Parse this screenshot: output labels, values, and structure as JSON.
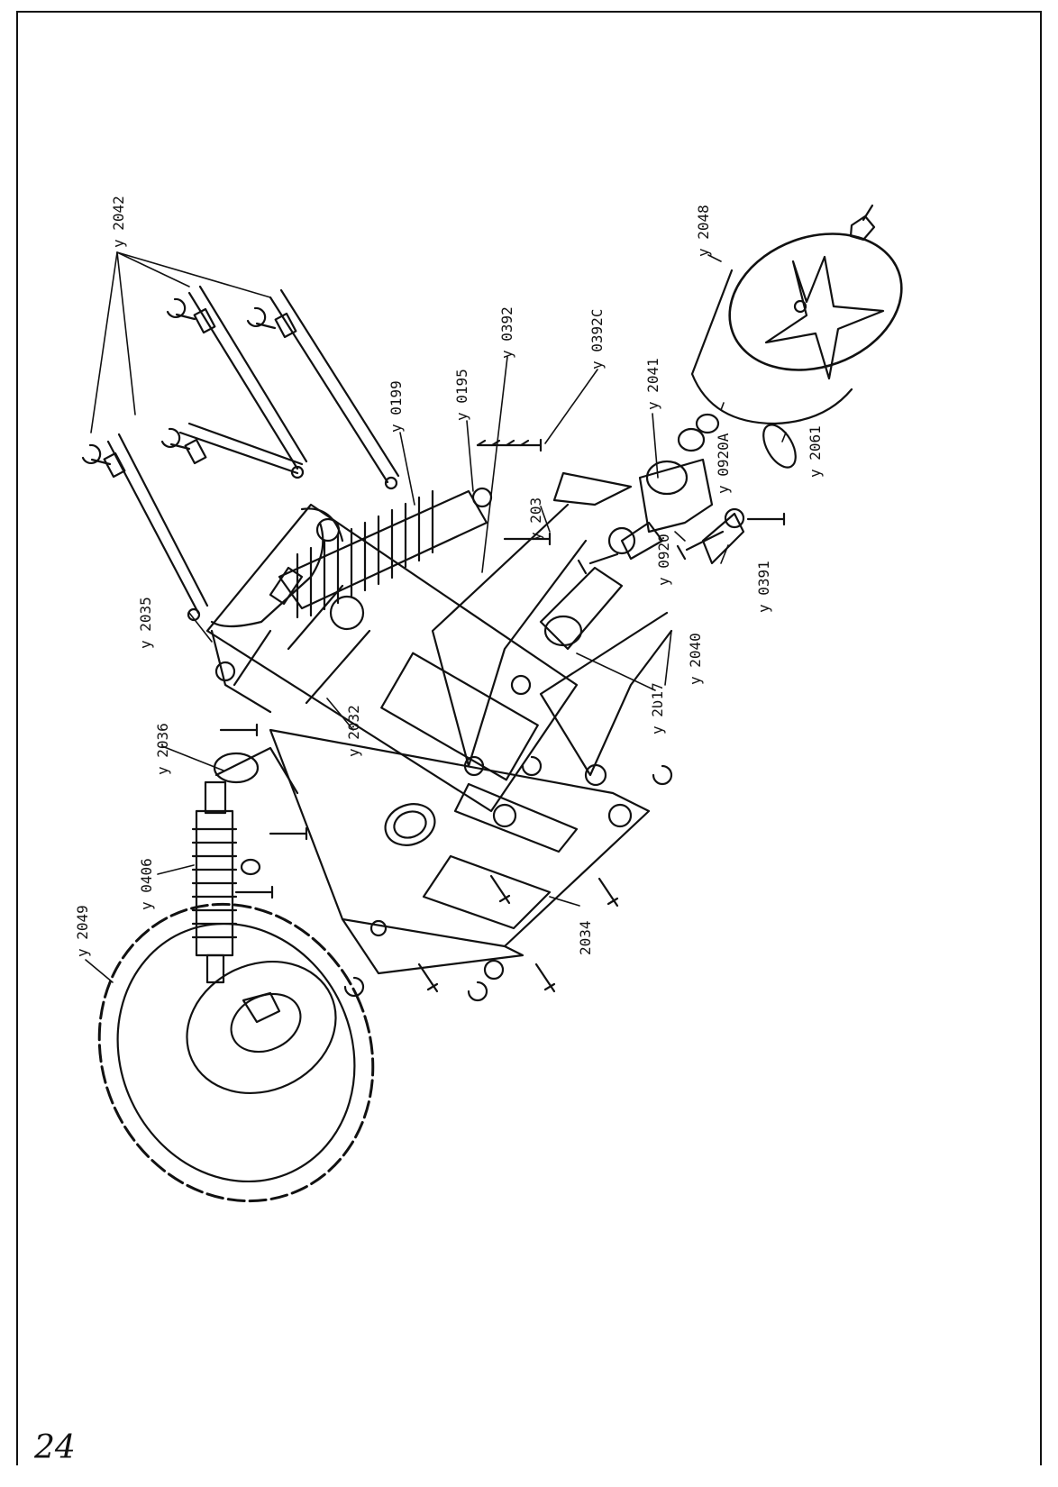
{
  "page_number": "24",
  "callouts": {
    "y2042": "y 2042",
    "y2048": "y 2048",
    "y0392c": "y 0392C",
    "y0392": "y 0392",
    "y0195": "y 0195",
    "y0199": "y 0199",
    "y2041": "y 2041",
    "y0920a": "y 0920A",
    "y2061": "y 2061",
    "y203x": "y 203",
    "y0920": "y 0920",
    "y0391": "y 0391",
    "y2040": "y 2040",
    "y2017": "y 2Ʋ17",
    "y2035": "y 2035",
    "y2032": "y 2032",
    "y2036": "y 2036",
    "y0406": "y 0406",
    "y2049": "y 2049",
    "n2034": "2034"
  }
}
